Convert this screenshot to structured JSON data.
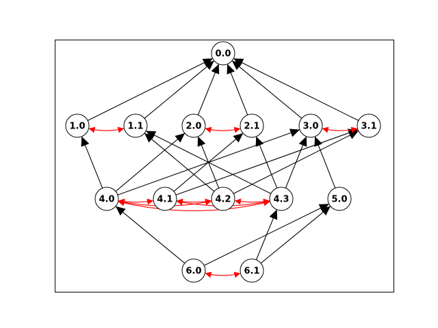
{
  "graph": {
    "nodes": [
      {
        "id": "0.0",
        "label": "0.0"
      },
      {
        "id": "1.0",
        "label": "1.0"
      },
      {
        "id": "1.1",
        "label": "1.1"
      },
      {
        "id": "2.0",
        "label": "2.0"
      },
      {
        "id": "2.1",
        "label": "2.1"
      },
      {
        "id": "3.0",
        "label": "3.0"
      },
      {
        "id": "3.1",
        "label": "3.1"
      },
      {
        "id": "4.0",
        "label": "4.0"
      },
      {
        "id": "4.1",
        "label": "4.1"
      },
      {
        "id": "4.2",
        "label": "4.2"
      },
      {
        "id": "4.3",
        "label": "4.3"
      },
      {
        "id": "5.0",
        "label": "5.0"
      },
      {
        "id": "6.0",
        "label": "6.0"
      },
      {
        "id": "6.1",
        "label": "6.1"
      }
    ],
    "directed_edges": [
      [
        "1.0",
        "0.0"
      ],
      [
        "1.1",
        "0.0"
      ],
      [
        "2.0",
        "0.0"
      ],
      [
        "2.1",
        "0.0"
      ],
      [
        "3.0",
        "0.0"
      ],
      [
        "3.1",
        "0.0"
      ],
      [
        "4.0",
        "1.0"
      ],
      [
        "4.0",
        "2.0"
      ],
      [
        "4.0",
        "3.0"
      ],
      [
        "4.1",
        "2.1"
      ],
      [
        "4.1",
        "3.1"
      ],
      [
        "4.2",
        "2.0"
      ],
      [
        "4.2",
        "1.1"
      ],
      [
        "4.2",
        "3.1"
      ],
      [
        "4.3",
        "1.1"
      ],
      [
        "4.3",
        "2.1"
      ],
      [
        "4.3",
        "3.0"
      ],
      [
        "5.0",
        "3.0"
      ],
      [
        "6.0",
        "4.0"
      ],
      [
        "6.0",
        "5.0"
      ],
      [
        "6.1",
        "4.3"
      ],
      [
        "6.1",
        "5.0"
      ]
    ],
    "bidirectional_edges": [
      {
        "a": "1.0",
        "b": "1.1",
        "bend": 0.12
      },
      {
        "a": "2.0",
        "b": "2.1",
        "bend": 0.12
      },
      {
        "a": "3.0",
        "b": "3.1",
        "bend": 0.12
      },
      {
        "a": "4.0",
        "b": "4.1",
        "bend": 0.08
      },
      {
        "a": "4.1",
        "b": "4.2",
        "bend": 0.08
      },
      {
        "a": "4.2",
        "b": "4.3",
        "bend": 0.08
      },
      {
        "a": "4.0",
        "b": "4.2",
        "bend": 0.1
      },
      {
        "a": "4.1",
        "b": "4.3",
        "bend": 0.1
      },
      {
        "a": "4.0",
        "b": "4.3",
        "bend": 0.12
      },
      {
        "a": "6.0",
        "b": "6.1",
        "bend": 0.12
      }
    ],
    "colors": {
      "directed": "#000000",
      "bidirectional": "#ff0000",
      "node_fill": "#ffffff",
      "node_stroke": "#000000",
      "frame": "#000000"
    }
  }
}
